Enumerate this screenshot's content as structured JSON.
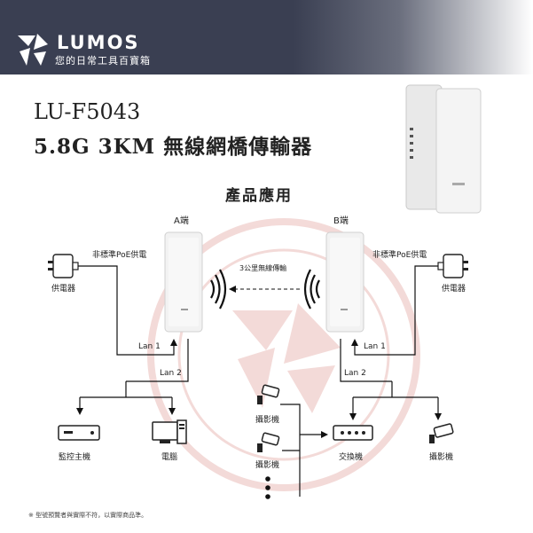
{
  "brand": {
    "name": "LUMOS",
    "tagline": "您的日常工具百寶箱"
  },
  "product": {
    "model": "LU-F5043",
    "title": "5.8G 3KM 無線網橋傳輸器"
  },
  "section_title": "產品應用",
  "ends": {
    "a": "A端",
    "b": "B端"
  },
  "link": {
    "label": "3公里無線傳輸"
  },
  "poe_label_left": "非標準PoE供電",
  "poe_label_right": "非標準PoE供電",
  "ports": {
    "lan1_left": "Lan 1",
    "lan2_left": "Lan 2",
    "lan1_right": "Lan 1",
    "lan2_right": "Lan 2"
  },
  "devices": {
    "power_left": "供電器",
    "power_right": "供電器",
    "nvr": "監控主機",
    "pc": "電腦",
    "camera_a": "攝影機",
    "camera_b": "攝影機",
    "switch": "交換機",
    "camera_c": "攝影機"
  },
  "footnote": "※ 型號預覽者與實際不符，以實際商品準。",
  "colors": {
    "header": "#3a3f52",
    "device_body": "#f2f2f2",
    "line": "#111111",
    "arrow": "#111111"
  }
}
